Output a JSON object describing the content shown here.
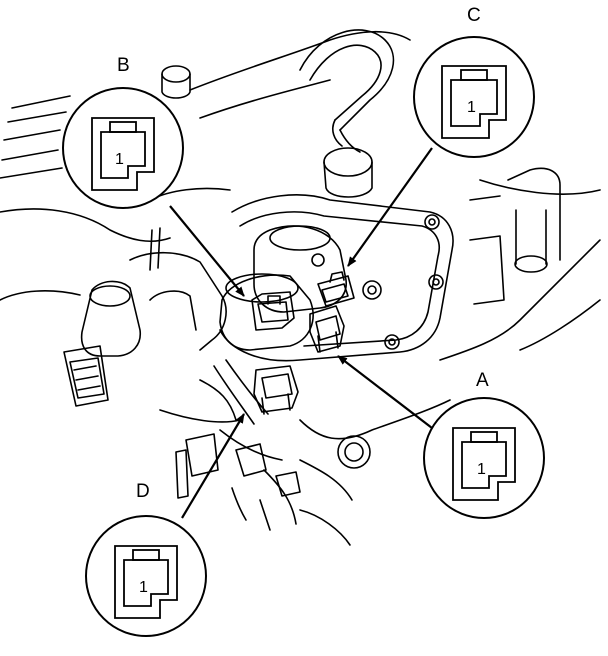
{
  "callouts": {
    "a": {
      "letter": "A",
      "pin": "1"
    },
    "b": {
      "letter": "B",
      "pin": "1"
    },
    "c": {
      "letter": "C",
      "pin": "1"
    },
    "d": {
      "letter": "D",
      "pin": "1"
    }
  },
  "colors": {
    "line": "#000000",
    "background": "#ffffff"
  }
}
